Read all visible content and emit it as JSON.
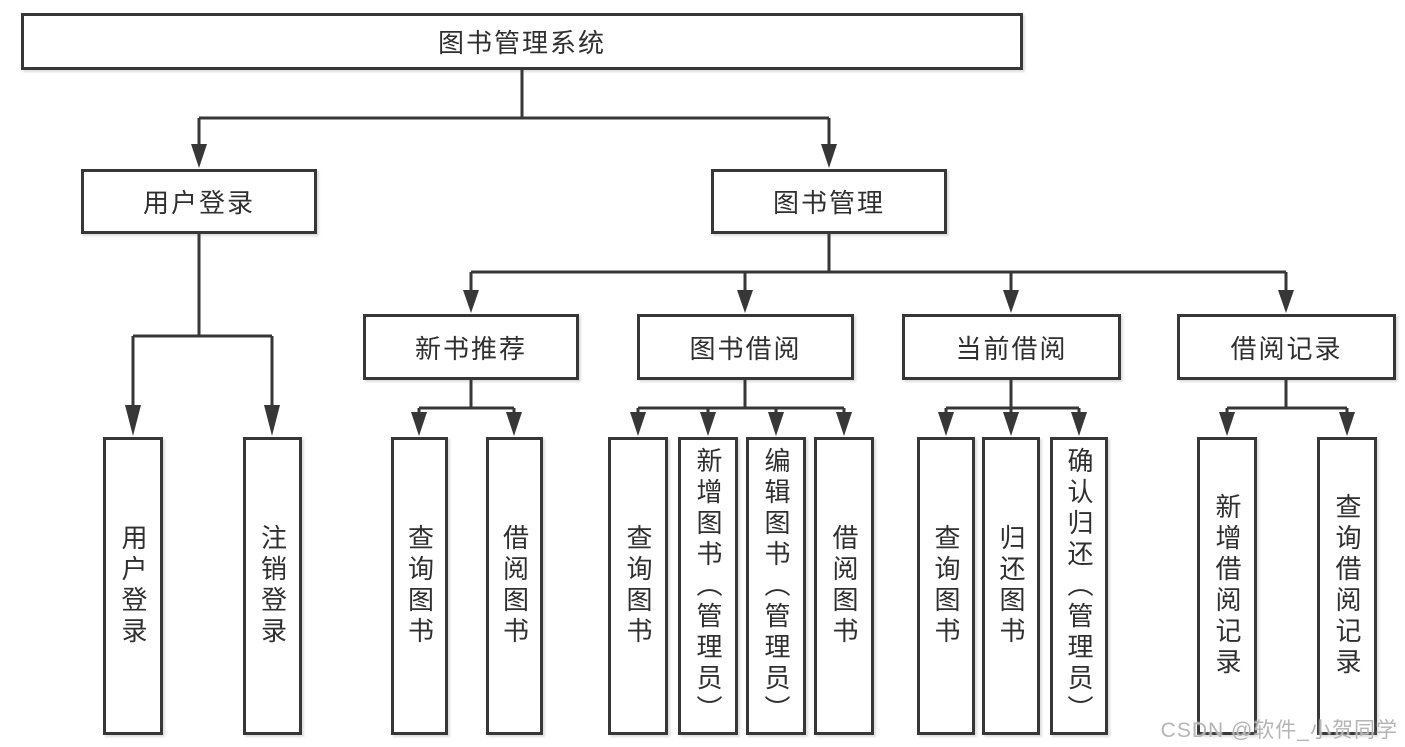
{
  "diagram": {
    "root_label": "图书管理系统",
    "branches": [
      {
        "label": "用户登录",
        "children": [
          "用户登录",
          "注销登录"
        ]
      },
      {
        "label": "图书管理",
        "sections": [
          {
            "label": "新书推荐",
            "children": [
              "查询图书",
              "借阅图书"
            ]
          },
          {
            "label": "图书借阅",
            "children": [
              "查询图书",
              "新增图书（管理员）",
              "编辑图书（管理员）",
              "借阅图书"
            ]
          },
          {
            "label": "当前借阅",
            "children": [
              "查询图书",
              "归还图书",
              "确认归还（管理员）"
            ]
          },
          {
            "label": "借阅记录",
            "children": [
              "新增借阅记录",
              "查询借阅记录"
            ]
          }
        ]
      }
    ],
    "watermark": "CSDN @软件_小贺同学"
  },
  "colors": {
    "line": "#373737",
    "text": "#2f2f2f",
    "background": "#ffffff",
    "watermark": "#b5b5b5"
  }
}
